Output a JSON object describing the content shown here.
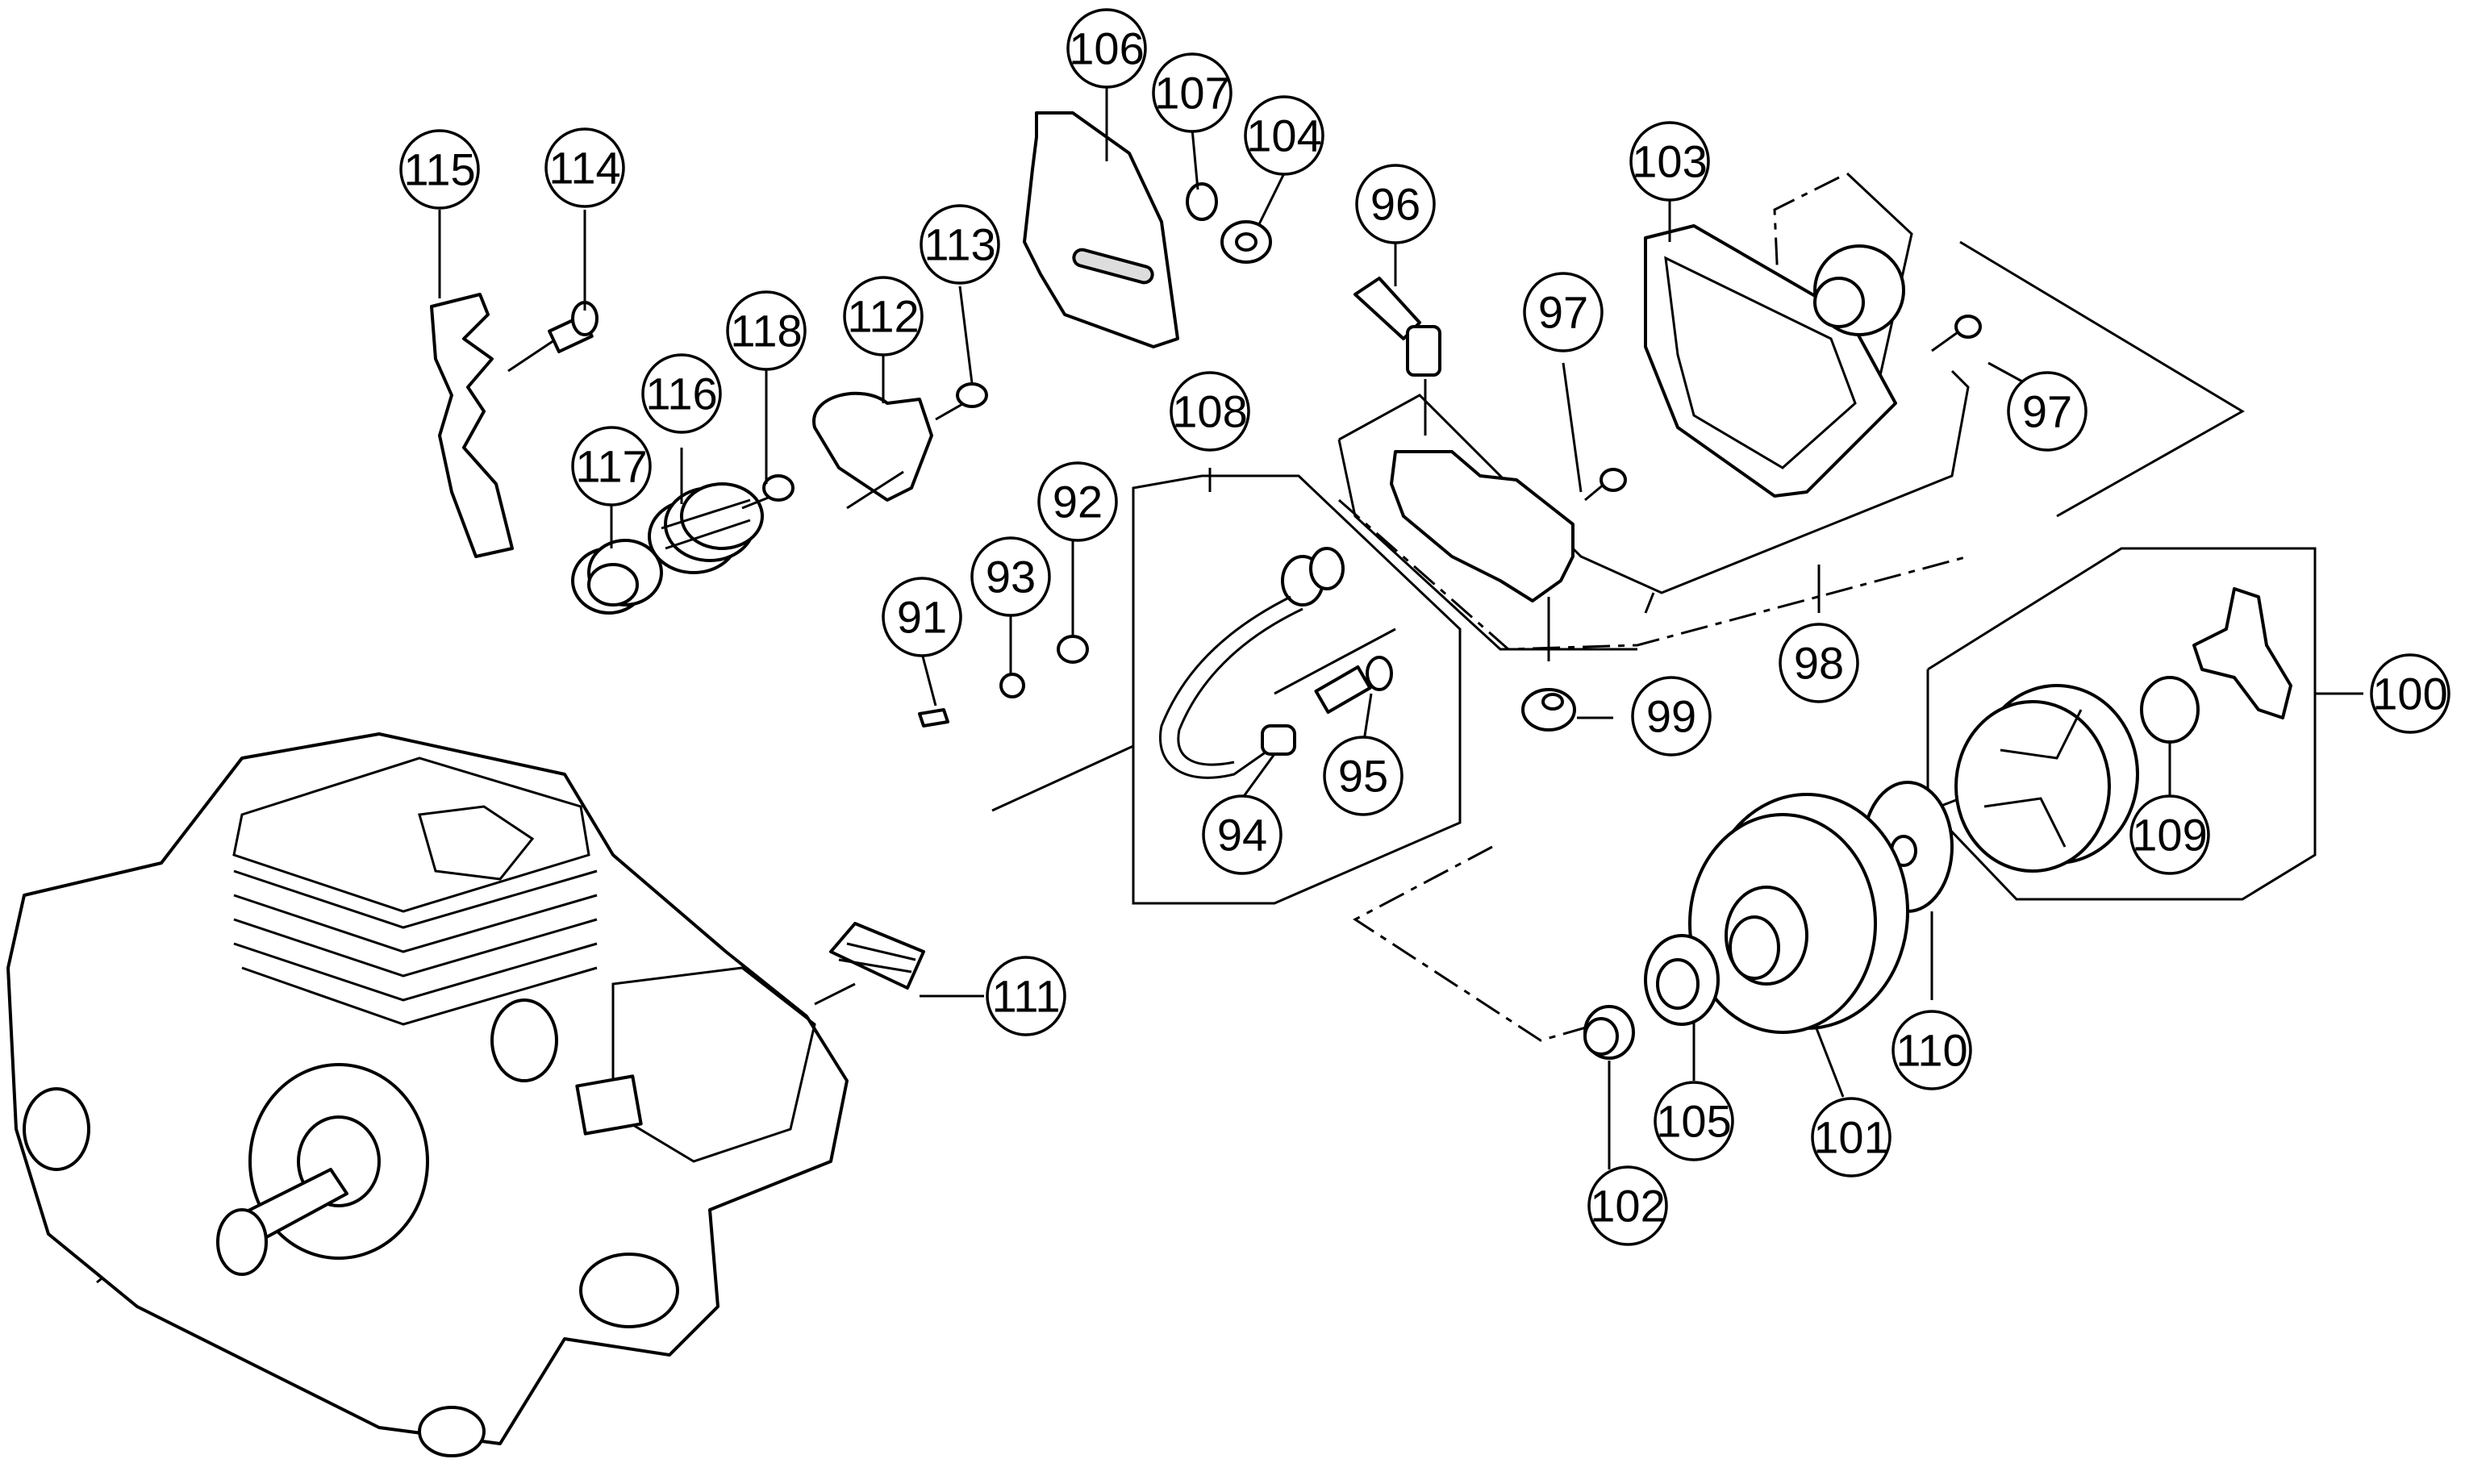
{
  "callouts": [
    "91",
    "92",
    "93",
    "94",
    "95",
    "96",
    "97",
    "97",
    "98",
    "99",
    "100",
    "101",
    "102",
    "103",
    "104",
    "105",
    "106",
    "107",
    "108",
    "109",
    "110",
    "111",
    "112",
    "113",
    "114",
    "115",
    "116",
    "117",
    "118"
  ]
}
